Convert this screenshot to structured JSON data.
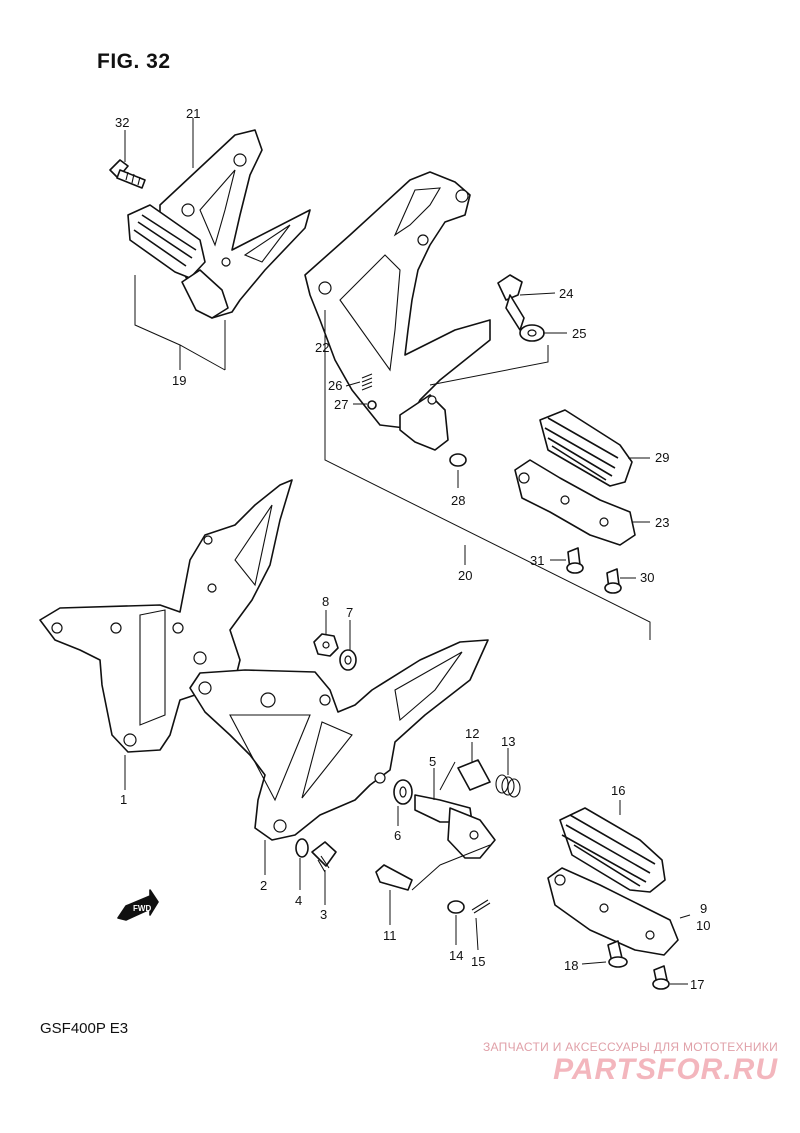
{
  "figure": {
    "title": "FIG. 32",
    "model": "GSF400P  E3",
    "fwd_label": "FWD"
  },
  "callouts": [
    "1",
    "2",
    "3",
    "4",
    "5",
    "6",
    "7",
    "8",
    "9",
    "10",
    "11",
    "12",
    "13",
    "14",
    "15",
    "16",
    "17",
    "18",
    "19",
    "20",
    "21",
    "22",
    "23",
    "24",
    "25",
    "26",
    "27",
    "28",
    "29",
    "30",
    "31",
    "32"
  ],
  "watermark": {
    "tagline": "ЗАПЧАСТИ И АКСЕССУАРЫ ДЛЯ МОТОТЕХНИКИ",
    "logo": "PARTSFOR.RU"
  }
}
